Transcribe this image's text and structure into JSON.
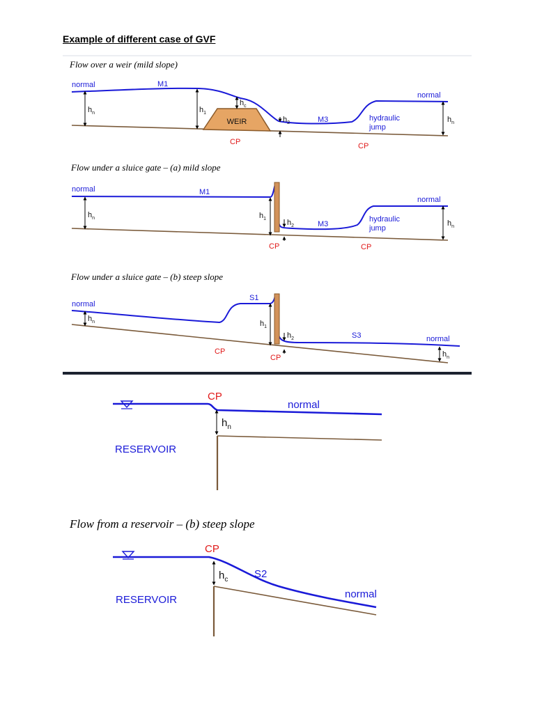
{
  "title": "Example of different case of  GVF",
  "colors": {
    "water": "#1a1ad8",
    "bed": "#7a5a3a",
    "control_point": "#e01818",
    "weir": "#e6a564",
    "gate": "#d2925a",
    "divider": "#1c2230"
  },
  "panel1": {
    "caption": "Flow over a weir (mild slope)",
    "normal_left": "normal",
    "normal_right": "normal",
    "profile_m1": "M1",
    "profile_m3": "M3",
    "weir": "WEIR",
    "hn": "h",
    "hn_sub": "n",
    "h1": "h",
    "h1_sub": "1",
    "hc": "h",
    "hc_sub": "c",
    "h2": "h",
    "h2_sub": "2",
    "hn_right": "h",
    "hn_right_sub": "n",
    "jump_line1": "hydraulic",
    "jump_line2": "jump",
    "cp_left": "CP",
    "cp_right": "CP"
  },
  "panel2": {
    "caption": "Flow under a sluice gate – (a) mild slope",
    "normal_left": "normal",
    "normal_right": "normal",
    "profile_m1": "M1",
    "profile_m3": "M3",
    "hn": "h",
    "hn_sub": "n",
    "h1": "h",
    "h1_sub": "1",
    "h2": "h",
    "h2_sub": "2",
    "hn_right": "h",
    "hn_right_sub": "n",
    "jump_line1": "hydraulic",
    "jump_line2": "jump",
    "cp_left": "CP",
    "cp_right": "CP"
  },
  "panel3": {
    "caption": "Flow under a sluice gate – (b) steep slope",
    "normal_left": "normal",
    "normal_right": "normal",
    "profile_s1": "S1",
    "profile_s3": "S3",
    "hn": "h",
    "hn_sub": "n",
    "h1": "h",
    "h1_sub": "1",
    "h2": "h",
    "h2_sub": "2",
    "hn_right": "h",
    "hn_right_sub": "n",
    "cp_left": "CP",
    "cp_right": "CP"
  },
  "panel4": {
    "cp": "CP",
    "normal": "normal",
    "hn": "h",
    "hn_sub": "n",
    "reservoir": "RESERVOIR"
  },
  "panel5": {
    "caption": "Flow from a reservoir – (b) steep slope",
    "cp": "CP",
    "profile_s2": "S2",
    "hc": "h",
    "hc_sub": "c",
    "normal": "normal",
    "reservoir": "RESERVOIR"
  }
}
